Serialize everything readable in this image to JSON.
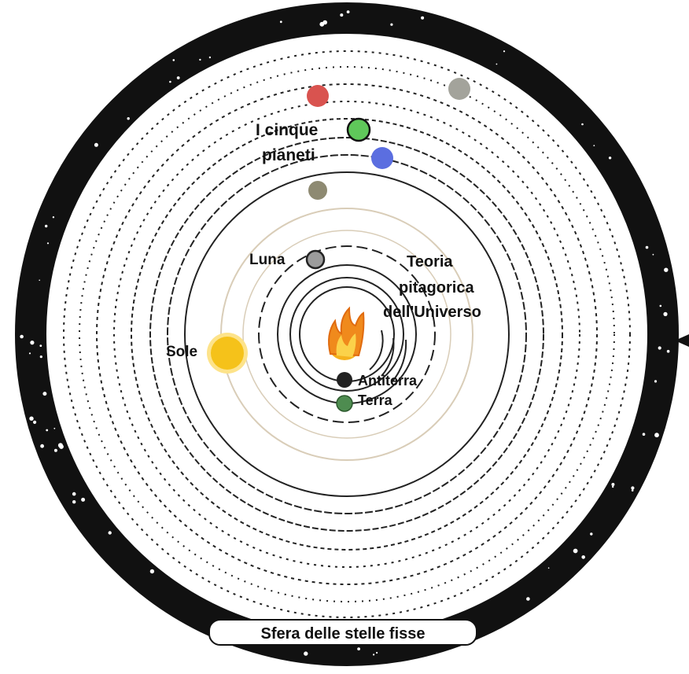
{
  "diagram": {
    "title": "Teoria pitagorica dell'Universo",
    "title_lines": [
      "Teoria",
      "pitagorica",
      "dell'Universo"
    ],
    "labels": {
      "planets_line1": "I cinque",
      "planets_line2": "pianeti",
      "moon": "Luna",
      "sun": "Sole",
      "counter_earth": "Antiterra",
      "earth": "Terra",
      "fixed_stars": "Sfera delle stelle fisse"
    },
    "colors": {
      "sphere": "#111111",
      "orbit_inner": "#d9cdb8",
      "sun": "#f5c21a",
      "central_fire": "#f08a1c",
      "mars": "#d9534f",
      "saturn": "#a3a39b",
      "jupiter": "#5b6ee0",
      "venus": "#5fc85a",
      "mercury": "#8e8a72",
      "moon": "#9c9c9c",
      "earth": "#4e8c50",
      "counter_earth": "#222222"
    },
    "bodies": [
      "central-fire",
      "counter-earth",
      "earth",
      "moon",
      "sun",
      "mercury",
      "venus",
      "mars",
      "jupiter",
      "saturn"
    ]
  }
}
